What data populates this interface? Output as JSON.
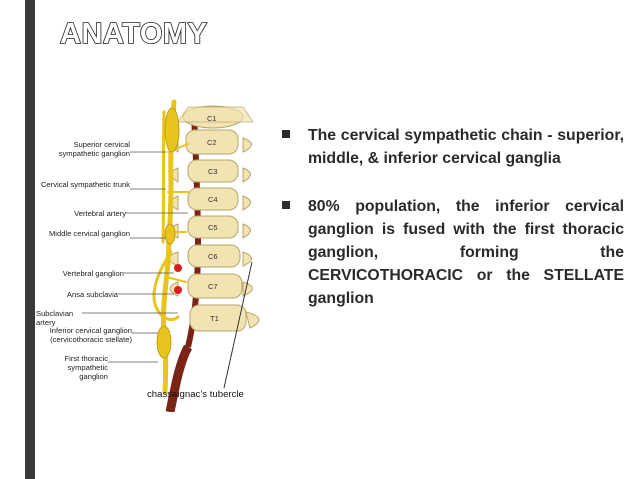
{
  "slide": {
    "title": "ANATOMY",
    "bullets": [
      "The cervical sympathetic chain - superior, middle, & inferior cervical ganglia",
      "80% population, the inferior cervical ganglion is fused with the first thoracic ganglion, forming the CERVICOTHORACIC or the STELLATE ganglion"
    ],
    "callout": "chassaignac’s tubercle"
  },
  "figure": {
    "labels": [
      "Superior cervical sympathetic ganglion",
      "Cervical sympathetic trunk",
      "Vertebral artery",
      "Middle cervical ganglion",
      "Vertebral ganglion",
      "Ansa subclavia",
      "Subclavian artery",
      "Inferior cervical ganglion (cervicothoracic stellate)",
      "First thoracic sympathetic ganglion"
    ],
    "vertebrae": [
      "C1",
      "C2",
      "C3",
      "C4",
      "C5",
      "C6",
      "C7",
      "T1"
    ]
  },
  "colors": {
    "bone": "#f2e3b2",
    "nerve": "#e8c41c",
    "artery": "#7a2418",
    "marker": "#d81e1e",
    "sidebar": "#3a3a3a"
  }
}
